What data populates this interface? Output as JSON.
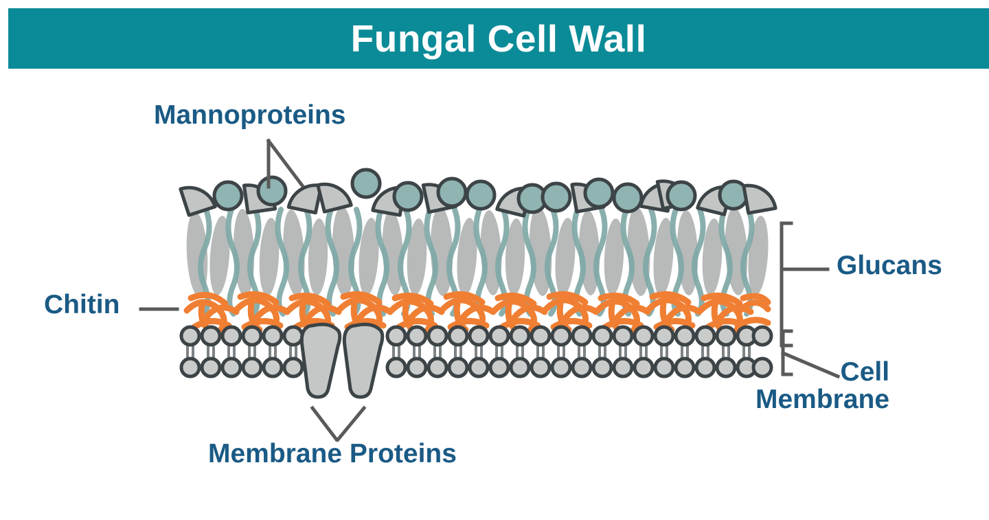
{
  "header": {
    "title": "Fungal Cell Wall",
    "background_color": "#0b8b97",
    "text_color": "#ffffff"
  },
  "theme": {
    "label_color": "#1a5a85",
    "page_background": "#ffffff",
    "leader_line_color": "#5a5a5a",
    "chitin_color": "#f07f33",
    "glucan_body_color": "#b4b7b6",
    "glucan_strand_color": "#7fa9a7",
    "mannoprotein_fill": "#8fb4b2",
    "mannoprotein_wedge_fill": "#c2c5c4",
    "outline_color": "#3d4447",
    "membrane_head_fill": "#c9ccca",
    "membrane_protein_fill": "#c4c7c6"
  },
  "diagram": {
    "title": "Fungal Cell Wall",
    "type": "cross-section schematic",
    "labels": [
      {
        "id": "mannoproteins",
        "text": "Mannoproteins",
        "position": "top-left",
        "leader": "two diagonal lines (inverted V) pointing down to the outermost circle-and-wedge units"
      },
      {
        "id": "chitin",
        "text": "Chitin",
        "position": "left",
        "leader": "horizontal line pointing right to the orange fibril layer"
      },
      {
        "id": "glucans",
        "text": "Glucans",
        "position": "right",
        "leader": "square bracket spanning the gray/teal strand layer with a horizontal line"
      },
      {
        "id": "cell_membrane",
        "text_lines": [
          "Cell",
          "Membrane"
        ],
        "position": "right",
        "leader": "short square bracket spanning the bilayer with a diagonal line"
      },
      {
        "id": "membrane_proteins",
        "text": "Membrane Proteins",
        "position": "bottom",
        "leader": "two diagonal lines (V) pointing up to the two funnel-shaped proteins"
      }
    ],
    "layers": [
      {
        "name": "Mannoproteins",
        "description": "Outermost layer of teal-gray circles paired with gray fan/wedge shapes, dark outlined",
        "order": 1
      },
      {
        "name": "Glucans",
        "description": "Gray elongated lobes interleaved with wavy teal strands forming the thick wall layer",
        "order": 2
      },
      {
        "name": "Chitin",
        "description": "Dense tangle of orange squiggly microfibrils just above the membrane",
        "order": 3
      },
      {
        "name": "Cell Membrane",
        "description": "Phospholipid bilayer: two rows of gray circular heads with paired vertical tails",
        "order": 4
      },
      {
        "name": "Membrane Proteins",
        "description": "Two gray funnel-shaped integral proteins spanning and protruding below the bilayer",
        "order": 5
      }
    ]
  }
}
